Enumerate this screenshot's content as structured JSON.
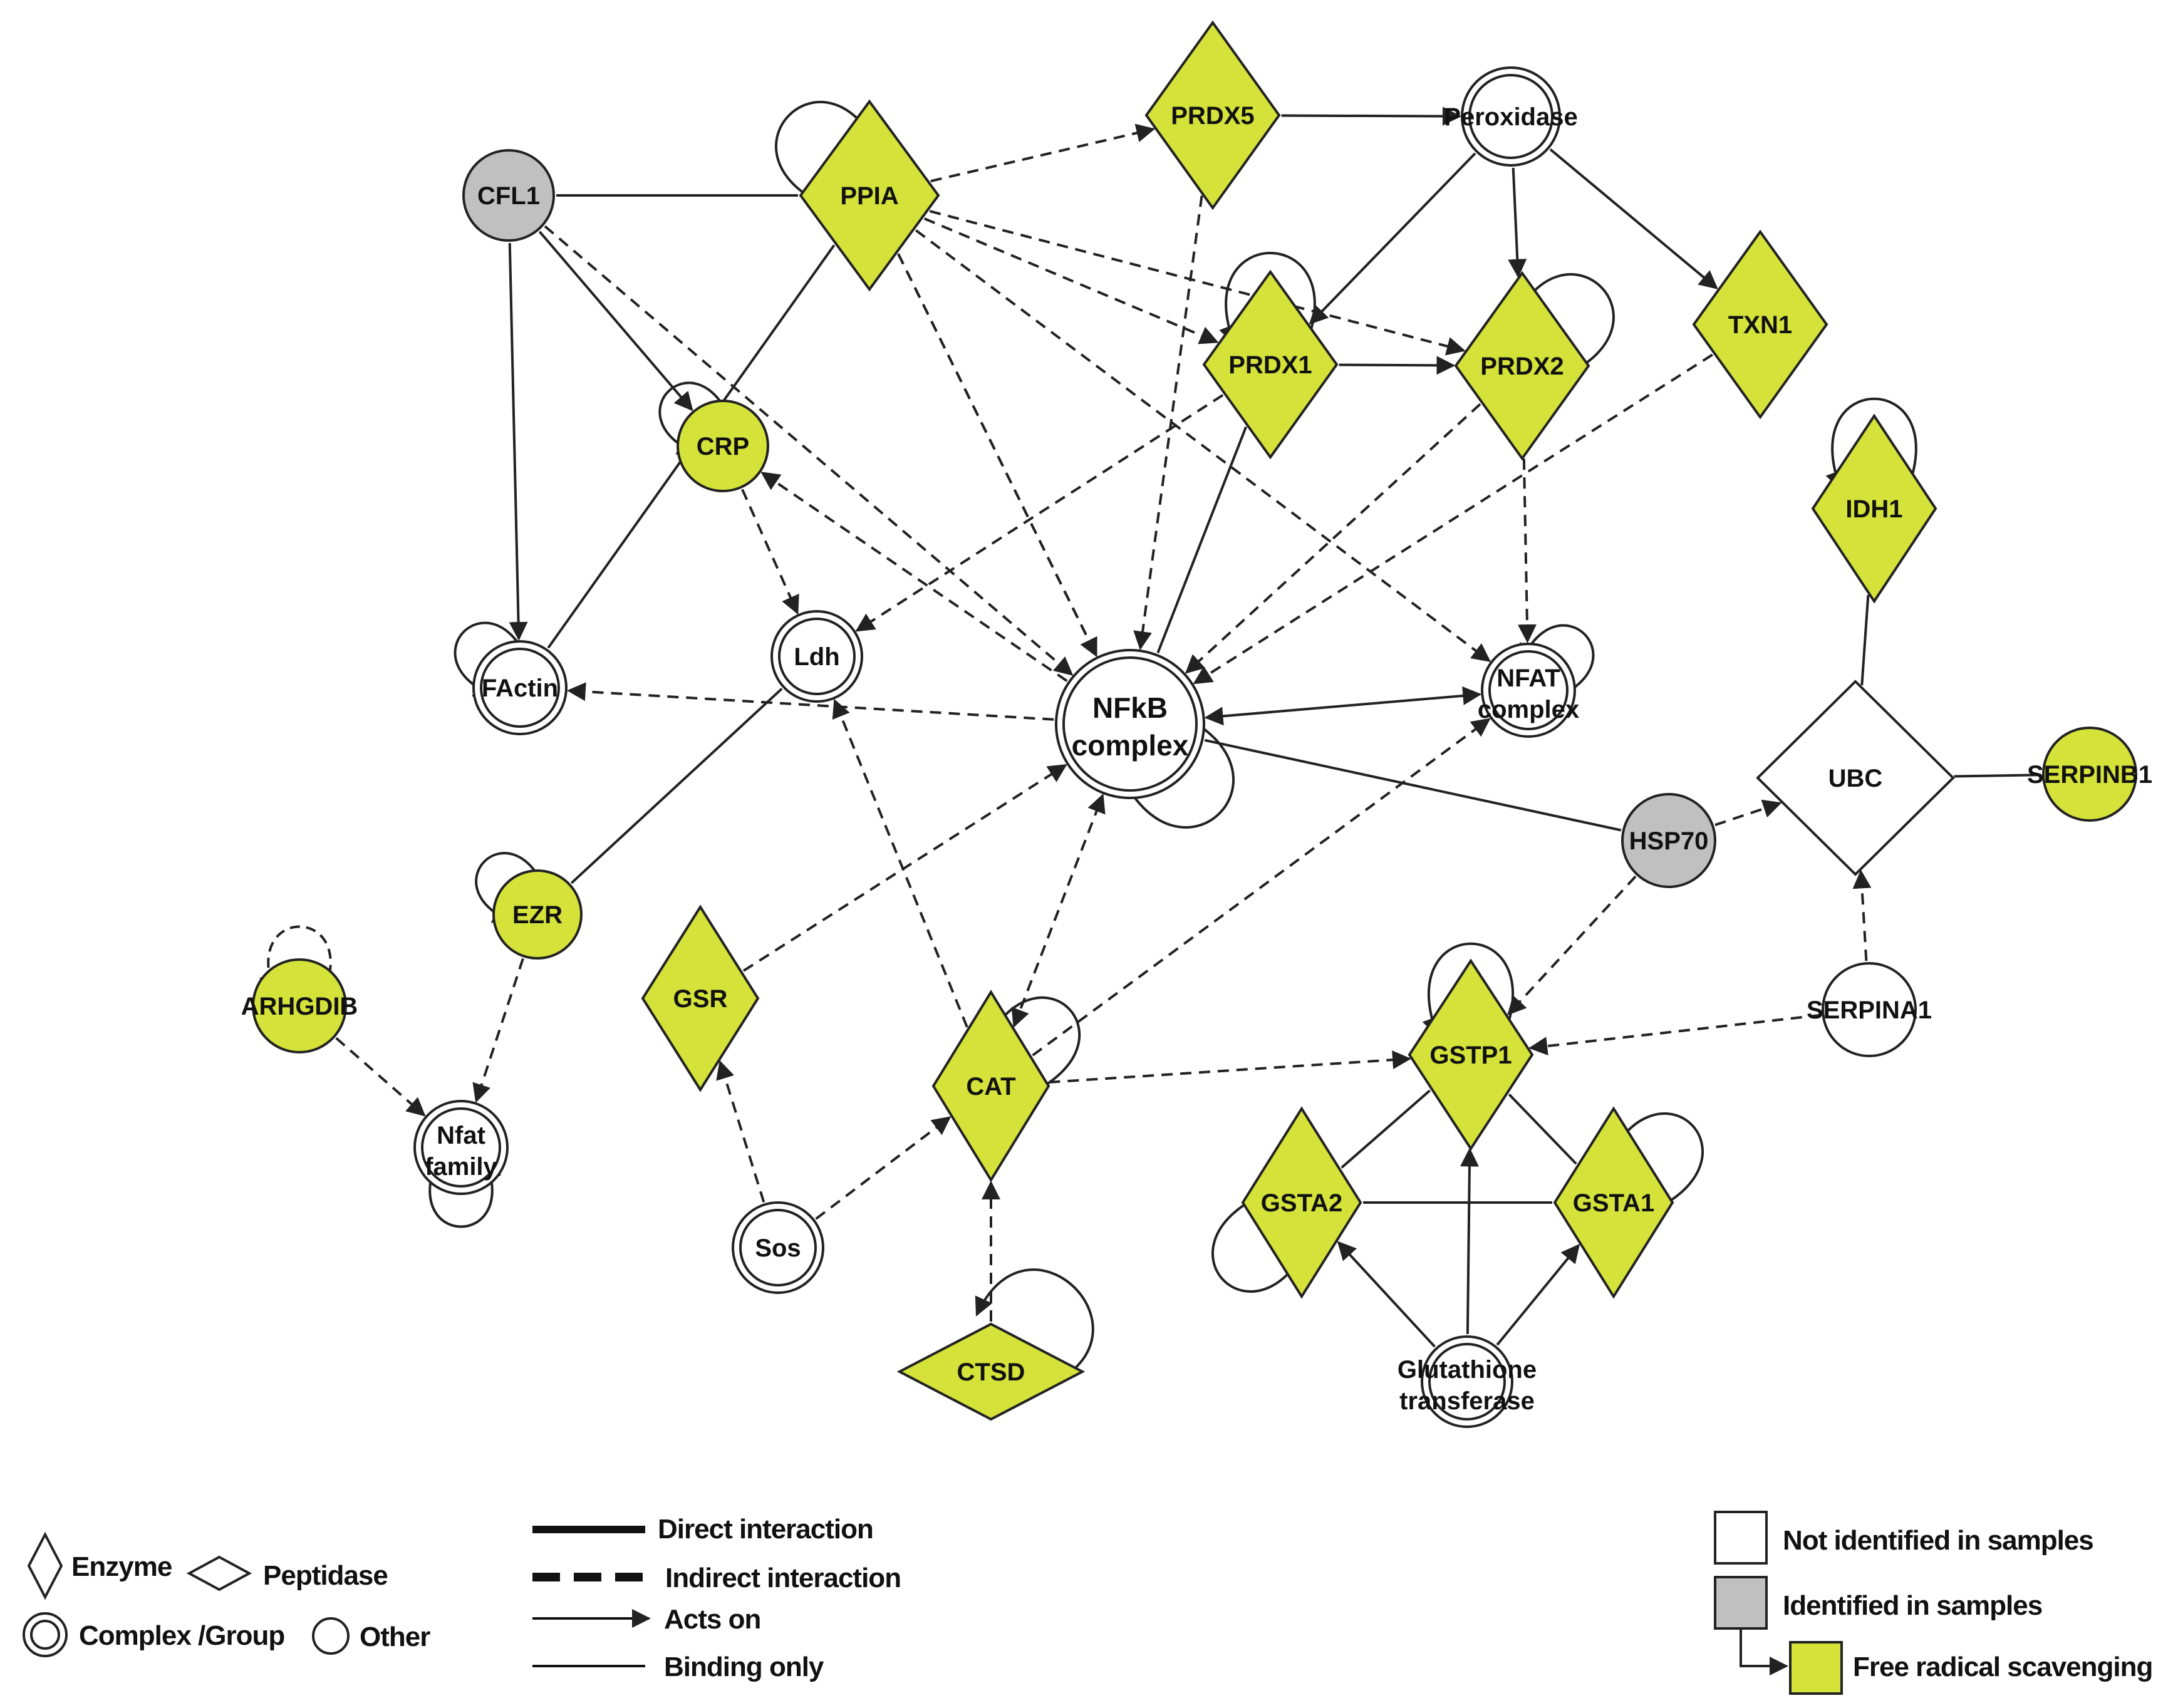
{
  "colors": {
    "scavenger_fill": "#d4e23a",
    "identified_fill": "#c0c0c0",
    "not_identified_fill": "#ffffff",
    "stroke": "#222222"
  },
  "nodes": [
    {
      "id": "CFL1",
      "label": "CFL1",
      "shape": "circle",
      "fill": "identified"
    },
    {
      "id": "PPIA",
      "label": "PPIA",
      "shape": "enzyme",
      "fill": "scavenger"
    },
    {
      "id": "PRDX5",
      "label": "PRDX5",
      "shape": "enzyme",
      "fill": "scavenger"
    },
    {
      "id": "Peroxidase",
      "label": "Peroxidase",
      "shape": "complex",
      "fill": "none"
    },
    {
      "id": "PRDX1",
      "label": "PRDX1",
      "shape": "enzyme",
      "fill": "scavenger"
    },
    {
      "id": "PRDX2",
      "label": "PRDX2",
      "shape": "enzyme",
      "fill": "scavenger"
    },
    {
      "id": "TXN1",
      "label": "TXN1",
      "shape": "enzyme",
      "fill": "scavenger"
    },
    {
      "id": "CRP",
      "label": "CRP",
      "shape": "circle",
      "fill": "scavenger"
    },
    {
      "id": "IDH1",
      "label": "IDH1",
      "shape": "enzyme",
      "fill": "scavenger"
    },
    {
      "id": "FActin",
      "label": "FActin",
      "shape": "complex",
      "fill": "none"
    },
    {
      "id": "Ldh",
      "label": "Ldh",
      "shape": "complex",
      "fill": "none"
    },
    {
      "id": "NFkB",
      "label": "NFkB",
      "label2": "complex",
      "shape": "complex",
      "fill": "none"
    },
    {
      "id": "NFAT",
      "label": "NFAT",
      "label2": "complex",
      "shape": "complex",
      "fill": "none"
    },
    {
      "id": "UBC",
      "label": "UBC",
      "shape": "enzyme",
      "fill": "none"
    },
    {
      "id": "SERPINB1",
      "label": "SERPINB1",
      "shape": "circle",
      "fill": "scavenger"
    },
    {
      "id": "HSP70",
      "label": "HSP70",
      "shape": "circle",
      "fill": "identified"
    },
    {
      "id": "EZR",
      "label": "EZR",
      "shape": "circle",
      "fill": "scavenger"
    },
    {
      "id": "ARHGDIB",
      "label": "ARHGDIB",
      "shape": "circle",
      "fill": "scavenger"
    },
    {
      "id": "GSR",
      "label": "GSR",
      "shape": "enzyme",
      "fill": "scavenger"
    },
    {
      "id": "CAT",
      "label": "CAT",
      "shape": "enzyme",
      "fill": "scavenger"
    },
    {
      "id": "SERPINA1",
      "label": "SERPINA1",
      "shape": "circle",
      "fill": "none"
    },
    {
      "id": "GSTP1",
      "label": "GSTP1",
      "shape": "enzyme",
      "fill": "scavenger"
    },
    {
      "id": "Nfat",
      "label": "Nfat",
      "label2": "family",
      "shape": "complex",
      "fill": "none"
    },
    {
      "id": "GSTA2",
      "label": "GSTA2",
      "shape": "enzyme",
      "fill": "scavenger"
    },
    {
      "id": "GSTA1",
      "label": "GSTA1",
      "shape": "enzyme",
      "fill": "scavenger"
    },
    {
      "id": "Sos",
      "label": "Sos",
      "shape": "complex",
      "fill": "none"
    },
    {
      "id": "CTSD",
      "label": "CTSD",
      "shape": "peptidase",
      "fill": "scavenger"
    },
    {
      "id": "GT",
      "label": "Glutathione",
      "label2": "transferase",
      "shape": "complex",
      "fill": "none"
    }
  ],
  "edges": [
    {
      "from": "CFL1",
      "to": "PPIA",
      "style": "solid",
      "arrow": false
    },
    {
      "from": "CFL1",
      "to": "FActin",
      "style": "solid",
      "arrow": true
    },
    {
      "from": "CFL1",
      "to": "CRP",
      "style": "solid",
      "arrow": true
    },
    {
      "from": "CFL1",
      "to": "NFkB",
      "style": "dashed",
      "arrow": true
    },
    {
      "from": "PPIA",
      "to": "FActin",
      "style": "solid",
      "arrow": false
    },
    {
      "from": "PPIA",
      "to": "PRDX5",
      "style": "dashed",
      "arrow": true
    },
    {
      "from": "PPIA",
      "to": "PRDX2",
      "style": "dashed",
      "arrow": true
    },
    {
      "from": "PPIA",
      "to": "PRDX1",
      "style": "dashed",
      "arrow": true
    },
    {
      "from": "PPIA",
      "to": "NFkB",
      "style": "dashed",
      "arrow": true
    },
    {
      "from": "PPIA",
      "to": "NFkB",
      "style": "dashed",
      "arrow": true
    },
    {
      "from": "PPIA",
      "to": "NFAT",
      "style": "dashed",
      "arrow": true
    },
    {
      "from": "PRDX5",
      "to": "Peroxidase",
      "style": "solid",
      "arrow": true
    },
    {
      "from": "PRDX5",
      "to": "NFkB",
      "style": "dashed",
      "arrow": true
    },
    {
      "from": "Peroxidase",
      "to": "PRDX1",
      "style": "solid",
      "arrow": true
    },
    {
      "from": "Peroxidase",
      "to": "PRDX2",
      "style": "solid",
      "arrow": true
    },
    {
      "from": "Peroxidase",
      "to": "TXN1",
      "style": "solid",
      "arrow": true
    },
    {
      "from": "PRDX1",
      "to": "PRDX2",
      "style": "solid",
      "arrow": true
    },
    {
      "from": "PRDX1",
      "to": "NFkB",
      "style": "solid",
      "arrow": false
    },
    {
      "from": "PRDX1",
      "to": "Ldh",
      "style": "dashed",
      "arrow": true
    },
    {
      "from": "PRDX2",
      "to": "NFkB",
      "style": "dashed",
      "arrow": true
    },
    {
      "from": "PRDX2",
      "to": "NFAT",
      "style": "dashed",
      "arrow": true
    },
    {
      "from": "TXN1",
      "to": "NFkB",
      "style": "dashed",
      "arrow": true
    },
    {
      "from": "CRP",
      "to": "Ldh",
      "style": "dashed",
      "arrow": true
    },
    {
      "from": "NFkB",
      "to": "CRP",
      "style": "dashed",
      "arrow": true
    },
    {
      "from": "NFkB",
      "to": "FActin",
      "style": "dashed",
      "arrow": true
    },
    {
      "from": "NFkB",
      "to": "NFAT",
      "style": "solid",
      "arrow": true,
      "both": true
    },
    {
      "from": "NFkB",
      "to": "HSP70",
      "style": "solid",
      "arrow": false
    },
    {
      "from": "Ldh",
      "to": "EZR",
      "style": "solid",
      "arrow": false
    },
    {
      "from": "CAT",
      "to": "Ldh",
      "style": "dashed",
      "arrow": true
    },
    {
      "from": "CAT",
      "to": "NFkB",
      "style": "dashed",
      "arrow": true,
      "both": true
    },
    {
      "from": "CAT",
      "to": "NFAT",
      "style": "dashed",
      "arrow": true
    },
    {
      "from": "CAT",
      "to": "GSTP1",
      "style": "dashed",
      "arrow": true
    },
    {
      "from": "GSR",
      "to": "NFkB",
      "style": "dashed",
      "arrow": true
    },
    {
      "from": "Sos",
      "to": "GSR",
      "style": "dashed",
      "arrow": true
    },
    {
      "from": "Sos",
      "to": "CAT",
      "style": "dashed",
      "arrow": true
    },
    {
      "from": "CTSD",
      "to": "CAT",
      "style": "dashed",
      "arrow": true
    },
    {
      "from": "HSP70",
      "to": "UBC",
      "style": "dashed",
      "arrow": true
    },
    {
      "from": "HSP70",
      "to": "GSTP1",
      "style": "dashed",
      "arrow": true
    },
    {
      "from": "UBC",
      "to": "IDH1",
      "style": "solid",
      "arrow": false
    },
    {
      "from": "UBC",
      "to": "SERPINB1",
      "style": "solid",
      "arrow": false
    },
    {
      "from": "SERPINA1",
      "to": "UBC",
      "style": "dashed",
      "arrow": true
    },
    {
      "from": "SERPINA1",
      "to": "GSTP1",
      "style": "dashed",
      "arrow": true
    },
    {
      "from": "EZR",
      "to": "Nfat",
      "style": "dashed",
      "arrow": true
    },
    {
      "from": "ARHGDIB",
      "to": "Nfat",
      "style": "dashed",
      "arrow": true
    },
    {
      "from": "GSTP1",
      "to": "GSTA2",
      "style": "solid",
      "arrow": false
    },
    {
      "from": "GSTP1",
      "to": "GSTA1",
      "style": "solid",
      "arrow": false
    },
    {
      "from": "GSTA2",
      "to": "GSTA1",
      "style": "solid",
      "arrow": false
    },
    {
      "from": "GT",
      "to": "GSTP1",
      "style": "solid",
      "arrow": true
    },
    {
      "from": "GT",
      "to": "GSTA2",
      "style": "solid",
      "arrow": true
    },
    {
      "from": "GT",
      "to": "GSTA1",
      "style": "solid",
      "arrow": true
    }
  ],
  "self_loops": [
    {
      "node": "PPIA",
      "style": "solid"
    },
    {
      "node": "PRDX1",
      "style": "solid"
    },
    {
      "node": "PRDX2",
      "style": "solid"
    },
    {
      "node": "CRP",
      "style": "solid"
    },
    {
      "node": "IDH1",
      "style": "solid"
    },
    {
      "node": "FActin",
      "style": "solid"
    },
    {
      "node": "NFkB",
      "style": "solid"
    },
    {
      "node": "NFAT",
      "style": "solid"
    },
    {
      "node": "EZR",
      "style": "solid"
    },
    {
      "node": "ARHGDIB",
      "style": "dashed"
    },
    {
      "node": "CAT",
      "style": "solid"
    },
    {
      "node": "GSTP1",
      "style": "solid"
    },
    {
      "node": "Nfat",
      "style": "solid"
    },
    {
      "node": "GSTA2",
      "style": "solid"
    },
    {
      "node": "GSTA1",
      "style": "solid"
    },
    {
      "node": "CTSD",
      "style": "solid"
    }
  ],
  "legend": {
    "shapes": {
      "enzyme": "Enzyme",
      "peptidase": "Peptidase",
      "complex": "Complex /Group",
      "other": "Other"
    },
    "lines": {
      "direct": "Direct interaction",
      "indirect": "Indirect interaction",
      "acts_on": "Acts on",
      "binding": "Binding only"
    },
    "fills": {
      "not_identified": "Not identified in samples",
      "identified": "Identified in samples",
      "scavenging": "Free radical scavenging"
    }
  }
}
